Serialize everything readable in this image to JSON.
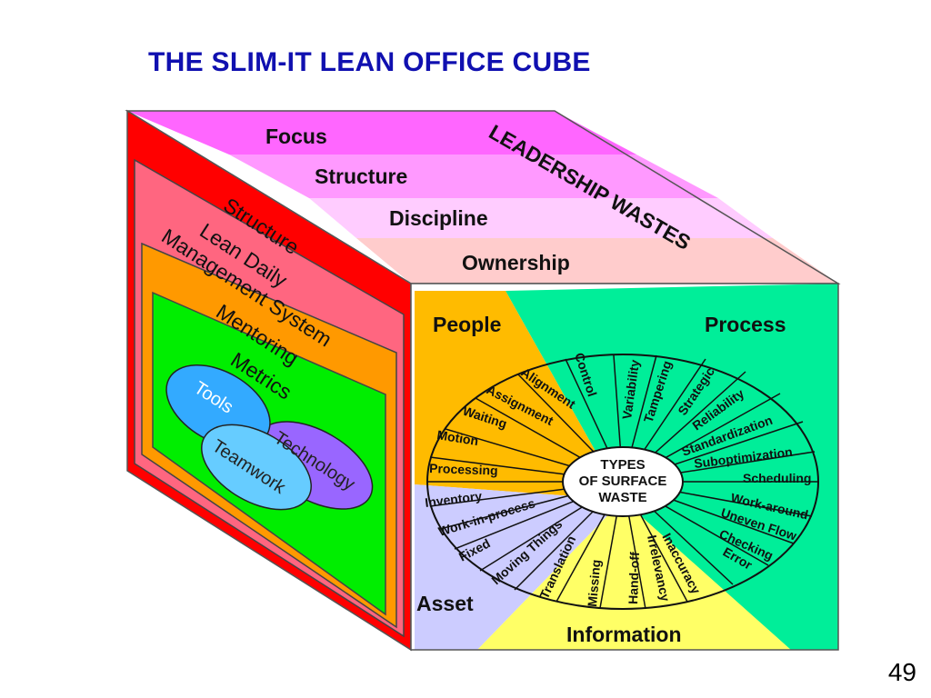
{
  "title": "THE SLIM-IT LEAN OFFICE CUBE",
  "page_number": "49",
  "top_face": {
    "layers": [
      "Focus",
      "Structure",
      "Discipline",
      "Ownership"
    ],
    "diagonal_label": "LEADERSHIP WASTES",
    "colors": [
      "#ff66ff",
      "#ff99ff",
      "#ffccff",
      "#ffcccc"
    ]
  },
  "left_face": {
    "labels": {
      "structure": "Structure",
      "lean_daily_1": "Lean Daily",
      "lean_daily_2": "Management System",
      "mentoring": "Mentoring",
      "metrics": "Metrics"
    },
    "ovals": [
      "Tools",
      "Technology",
      "Teamwork"
    ],
    "colors": {
      "outer": "#ff0000",
      "structure": "#ff6680",
      "lean_daily": "#ff9900",
      "metrics": "#00ee00",
      "tools": "#33aaff",
      "technology": "#9966ff",
      "teamwork": "#66ccff"
    }
  },
  "front_face": {
    "quadrants": {
      "people": "People",
      "process": "Process",
      "asset": "Asset",
      "information": "Information"
    },
    "center": [
      "TYPES",
      "OF SURFACE",
      "WASTE"
    ],
    "wastes": {
      "people": [
        "Alignment",
        "Assignment",
        "Waiting",
        "Motion",
        "Processing"
      ],
      "process": [
        "Control",
        "Variability",
        "Tampering",
        "Strategic",
        "Reliability",
        "Standardization",
        "Suboptimization",
        "Scheduling",
        "Work-around",
        "Uneven Flow",
        "Checking",
        "Error"
      ],
      "asset": [
        "Inventory",
        "Work-in-process",
        "Fixed",
        "Moving Things"
      ],
      "information": [
        "Translation",
        "Missing",
        "Hand-off",
        "Irrelevancy",
        "Inaccuracy"
      ]
    },
    "colors": {
      "people": "#ffbb00",
      "process": "#00ee99",
      "asset": "#ccccff",
      "information": "#ffff66"
    }
  }
}
